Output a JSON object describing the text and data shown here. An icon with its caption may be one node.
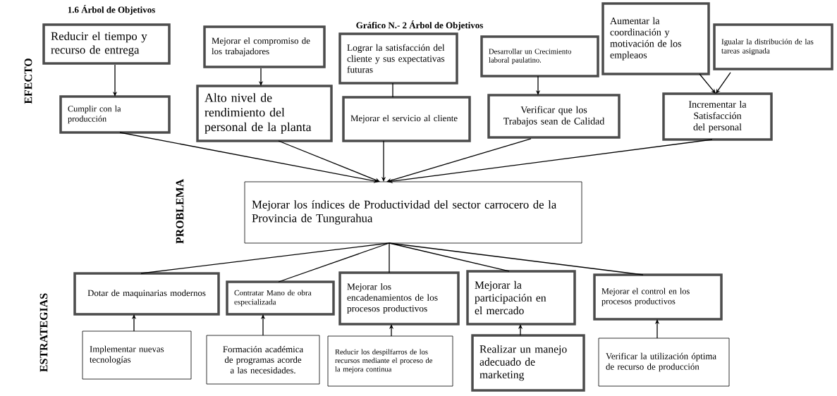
{
  "diagram": {
    "title": "Gráfico N.- 2 Árbol de Objetivos",
    "nodes": [
      {
        "text": [
          "Reducir el tiempo y recurso de entrega"
        ]
      },
      {
        "text": [
          "Mejorar el compromiso de los trabajadores"
        ]
      },
      {
        "text": [
          "Lograr la satisfacción del cliente y sus expectativas futuras"
        ]
      },
      {
        "text": [
          "Desarrollar un Crecimiento laboral paulatino."
        ]
      },
      {
        "text": [
          "Aumentar la coordinación y motivación de los empleaos"
        ]
      },
      {
        "text": [
          "Igualar la distribución de las tareas asignada"
        ]
      },
      {
        "text": [
          "Cumplir con la producción"
        ]
      },
      {
        "text": [
          "Alto nivel de rendimiento del personal de la planta"
        ]
      },
      {
        "text": [
          "Mejorar el servicio al cliente"
        ]
      },
      {
        "text": [
          "Verificar que los Trabajos sean de Calidad"
        ]
      },
      {
        "text": [
          "Incrementar la Satisfacción del personal"
        ]
      },
      {
        "text": [
          "Mejorar los índices de Productividad del sector carrocero de la Provincia de Tungurahua"
        ]
      },
      {
        "text": [
          "Dotar de maquinarias modernos"
        ]
      },
      {
        "text": [
          "Contratar Mano de obra especializada"
        ]
      },
      {
        "text": [
          "Mejorar los encadenamientos de los procesos productivos"
        ]
      },
      {
        "text": [
          "Mejorar la participación en el mercado"
        ]
      },
      {
        "text": [
          "Mejorar el control en los procesos productivos"
        ]
      },
      {
        "text": [
          "Implementar nuevas tecnologías"
        ]
      },
      {
        "text": [
          "Formación académica de programas acorde a las necesidades."
        ]
      },
      {
        "text": [
          "Reducir los despilfarros de los recursos mediante el proceso de la mejora continua"
        ]
      },
      {
        "text": [
          "Realizar un manejo adecuado de marketing"
        ]
      },
      {
        "text": [
          "Verificar la utilización óptima de recurso de producción"
        ]
      }
    ],
    "edges": [
      {
        "from": 0,
        "to": 6,
        "arrow": "to"
      },
      {
        "from": 1,
        "to": 7,
        "arrow": "to"
      },
      {
        "from": 2,
        "to": 8,
        "arrow": "none"
      },
      {
        "from": 3,
        "to": 9,
        "arrow": "to"
      },
      {
        "from": 4,
        "to": 10,
        "arrow": "to"
      },
      {
        "from": 5,
        "to": 10,
        "arrow": "to"
      },
      {
        "from": 6,
        "to": 11,
        "arrow": "to"
      },
      {
        "from": 7,
        "to": 11,
        "arrow": "to"
      },
      {
        "from": 8,
        "to": 11,
        "arrow": "to"
      },
      {
        "from": 9,
        "to": 11,
        "arrow": "to"
      },
      {
        "from": 10,
        "to": 11,
        "arrow": "to"
      },
      {
        "from": 11,
        "to": 12,
        "arrow": "none"
      },
      {
        "from": 11,
        "to": 13,
        "arrow": "none"
      },
      {
        "from": 11,
        "to": 14,
        "arrow": "none"
      },
      {
        "from": 11,
        "to": 15,
        "arrow": "none"
      },
      {
        "from": 11,
        "to": 16,
        "arrow": "none"
      },
      {
        "from": 17,
        "to": 12,
        "arrow": "to"
      },
      {
        "from": 18,
        "to": 13,
        "arrow": "to"
      },
      {
        "from": 19,
        "to": 14,
        "arrow": "to"
      },
      {
        "from": 20,
        "to": 15,
        "arrow": "to"
      },
      {
        "from": 21,
        "to": 16,
        "arrow": "to"
      }
    ],
    "labels": [
      "1.6 Árbol de Objetivos",
      "EFECTO",
      "PROBLEMA",
      "ESTRATEGIAS"
    ]
  }
}
